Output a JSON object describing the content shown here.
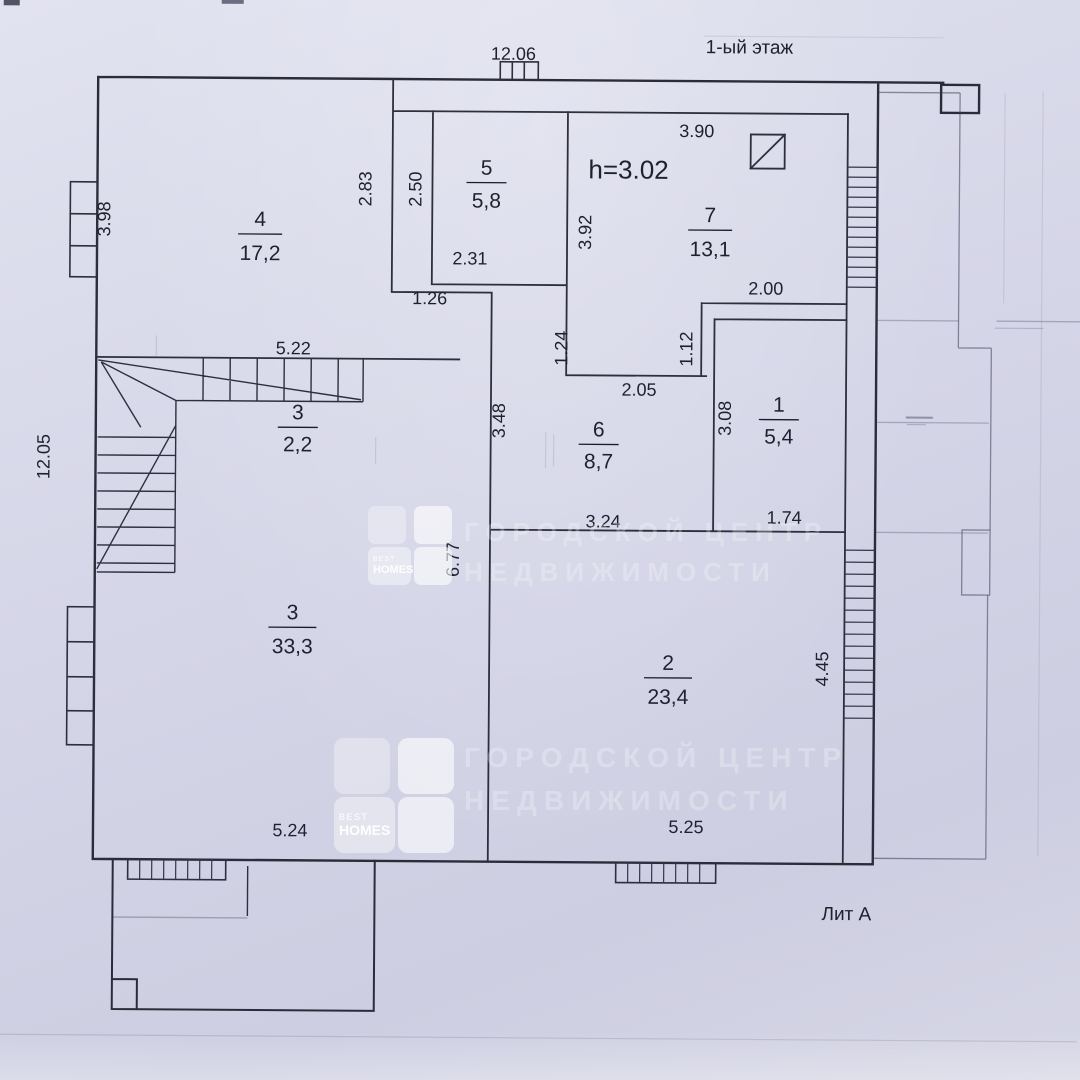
{
  "header": {
    "floor_label": "1-ый этаж",
    "building_label": "Лит А",
    "ceiling_height": "h=3.02"
  },
  "rooms": [
    {
      "number": "4",
      "area": "17,2"
    },
    {
      "number": "5",
      "area": "5,8"
    },
    {
      "number": "7",
      "area": "13,1"
    },
    {
      "number": "3",
      "area": "2,2"
    },
    {
      "number": "6",
      "area": "8,7"
    },
    {
      "number": "1",
      "area": "5,4"
    },
    {
      "number": "3",
      "area": "33,3"
    },
    {
      "number": "2",
      "area": "23,4"
    }
  ],
  "dimensions": {
    "top_width": "12.06",
    "left_height": "12.05",
    "room4_left": "3.98",
    "room4_width": "5.22",
    "room4_right": "2.83",
    "room5_left": "2.50",
    "room5_width": "2.31",
    "hall_opening": "1.26",
    "room7_left": "3.92",
    "room7_width": "3.90",
    "room1_width_top": "2.00",
    "wall_jog_right": "1.12",
    "wall_jog_left": "1.24",
    "room6_opening": "2.05",
    "room6_left": "3.48",
    "room6_width": "3.24",
    "room1_left": "3.08",
    "room1_width_bottom": "1.74",
    "hall_height": "6.77",
    "room2_right": "4.45",
    "room3_width": "5.24",
    "room2_width": "5.25"
  },
  "watermark": {
    "brand_top": "BEST",
    "brand_bottom": "HOMES",
    "ghost_line1": "ГОРОДСКОЙ ЦЕНТР",
    "ghost_line2": "НЕДВИЖИМОСТИ"
  }
}
